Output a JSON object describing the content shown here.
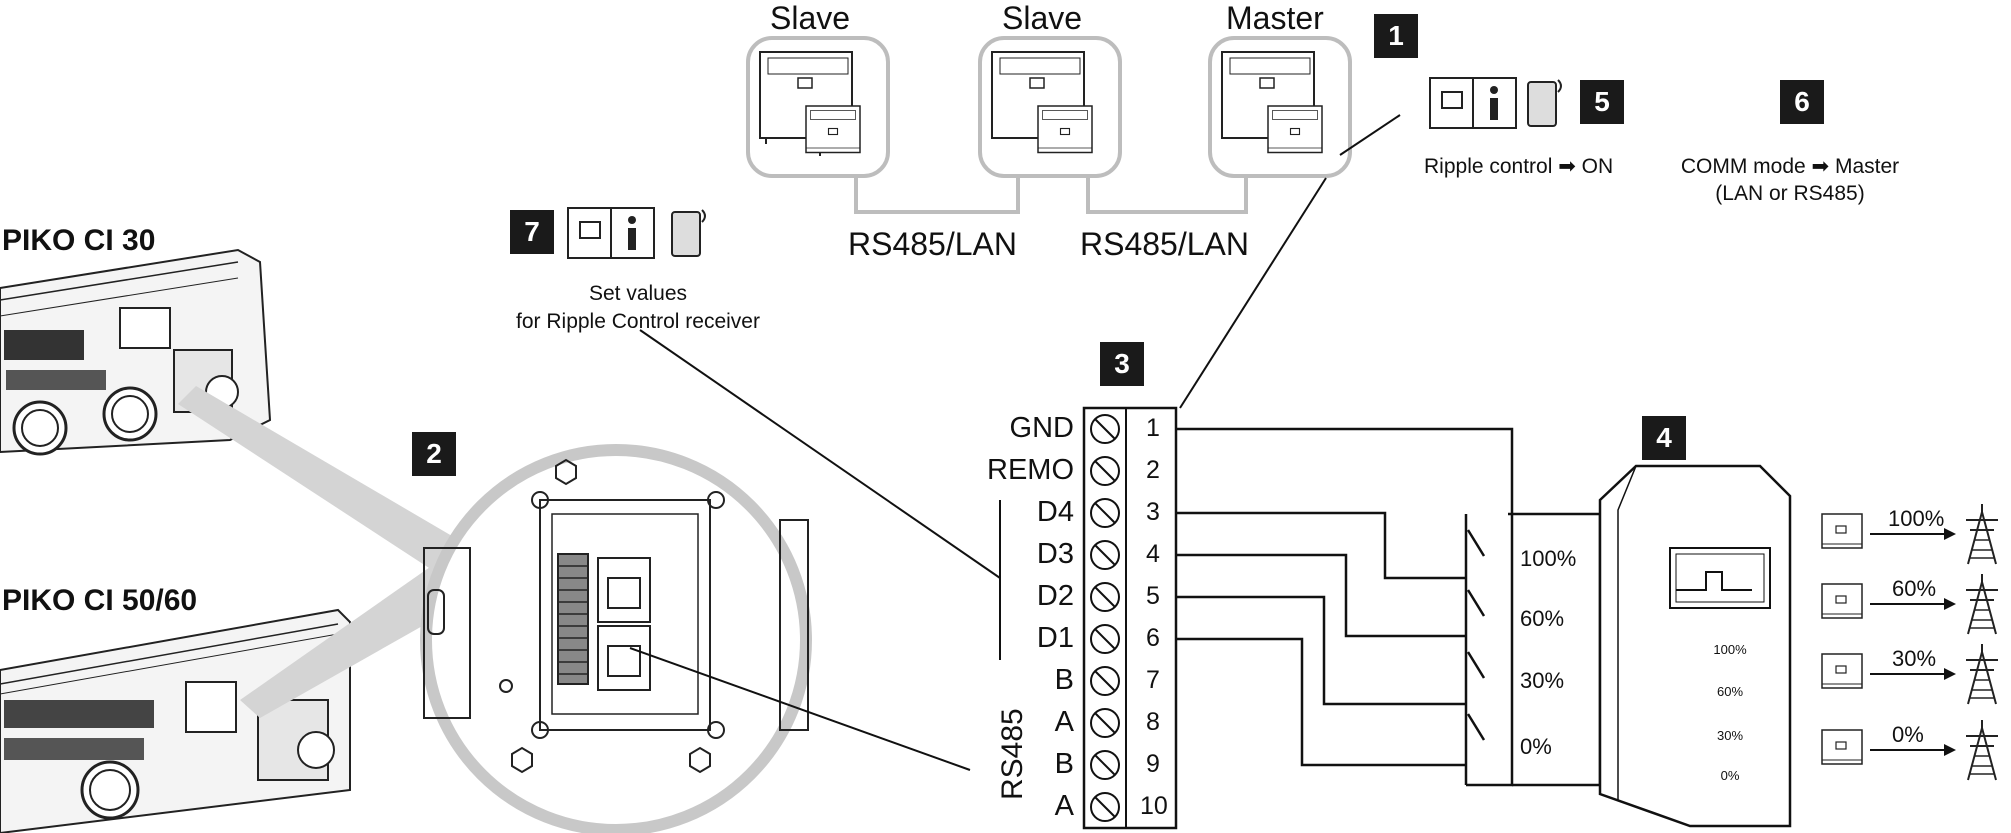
{
  "inverters": [
    {
      "label": "Slave"
    },
    {
      "label": "Slave"
    },
    {
      "label": "Master"
    }
  ],
  "bus_links": [
    "RS485/LAN",
    "RS485/LAN"
  ],
  "models": [
    "PIKO CI 30",
    "PIKO CI 50/60"
  ],
  "badges": [
    "1",
    "2",
    "3",
    "4",
    "5",
    "6",
    "7"
  ],
  "step5_caption": "Ripple control ➡ ON",
  "step6_caption": [
    "COMM mode ➡ Master",
    "(LAN or RS485)"
  ],
  "step7_caption": [
    "Set values",
    "for Ripple Control receiver"
  ],
  "terminals": [
    {
      "num": "1",
      "name": "GND"
    },
    {
      "num": "2",
      "name": "REMO"
    },
    {
      "num": "3",
      "name": "D4"
    },
    {
      "num": "4",
      "name": "D3"
    },
    {
      "num": "5",
      "name": "D2"
    },
    {
      "num": "6",
      "name": "D1"
    },
    {
      "num": "7",
      "name": "B"
    },
    {
      "num": "8",
      "name": "A"
    },
    {
      "num": "9",
      "name": "B"
    },
    {
      "num": "10",
      "name": "A"
    }
  ],
  "rs485_group_label": "RS485",
  "switch_levels": [
    "100%",
    "60%",
    "30%",
    "0%"
  ],
  "receiver_levels": [
    "100%",
    "60%",
    "30%",
    "0%"
  ],
  "output_levels": [
    "100%",
    "60%",
    "30%",
    "0%"
  ],
  "colors": {
    "badge_bg": "#1a1a1a",
    "zoom_fill": "#d9d9d9",
    "frame_stroke": "#bdbdbd",
    "line": "#111111"
  },
  "icons": [
    "manual-icon",
    "info-icon",
    "tablet-icon",
    "inverter-icon",
    "power-pylon-icon"
  ]
}
